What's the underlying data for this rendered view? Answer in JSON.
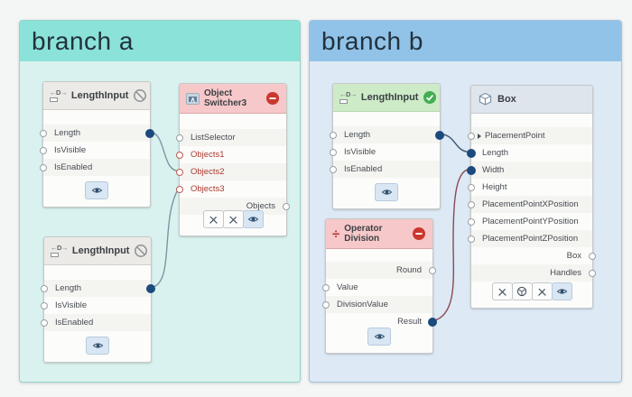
{
  "canvas": {
    "background": "#f4f5f5"
  },
  "groups": {
    "a": {
      "title": "branch a",
      "header_color": "#8be2d8",
      "body_color": "#d9f2ef"
    },
    "b": {
      "title": "branch b",
      "header_color": "#91c3e8",
      "body_color": "#dde9f5"
    }
  },
  "titles": {
    "length_input": "LengthInput",
    "object_switcher_line1": "Object",
    "object_switcher_line2": "Switcher3",
    "box": "Box",
    "operator_line1": "Operator",
    "operator_line2": "Division"
  },
  "ports": {
    "length_input": {
      "p1": "Length",
      "p2": "IsVisible",
      "p3": "IsEnabled"
    },
    "object_switcher": {
      "in1": "ListSelector",
      "in2": "Objects1",
      "in3": "Objects2",
      "in4": "Objects3",
      "out1": "Objects"
    },
    "box": {
      "in1": "PlacementPoint",
      "in2": "Length",
      "in3": "Width",
      "in4": "Height",
      "in5": "PlacementPointXPosition",
      "in6": "PlacementPointYPosition",
      "in7": "PlacementPointZPosition",
      "out1": "Box",
      "out2": "Handles"
    },
    "operator": {
      "out1": "Round",
      "in1": "Value",
      "in2": "DivisionValue",
      "out2": "Result"
    }
  },
  "icons": {
    "length_icon_text": "←D→",
    "caret": "∧",
    "division_sign": "÷"
  },
  "status_colors": {
    "disabled_gray": "#8b9197",
    "error_red": "#c9382e",
    "ok_green": "#43ad52",
    "connected_port": "#1b4a7d"
  },
  "wires": {
    "a_top": "#7f93a4",
    "a_bottom": "#7f93a4",
    "b_length": "#3f5770",
    "b_result": "#8a4a51"
  }
}
